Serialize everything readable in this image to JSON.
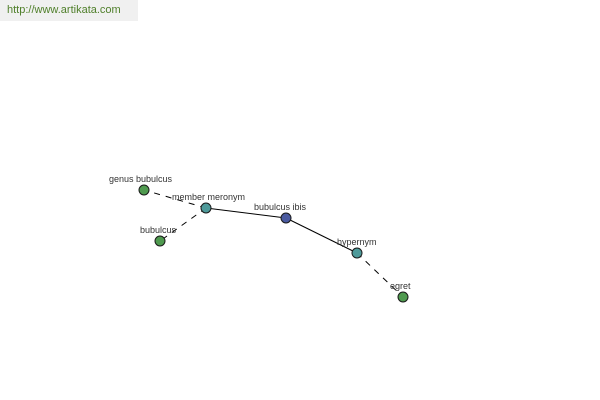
{
  "header": {
    "url": "http://www.artikata.com"
  },
  "graph": {
    "nodes": [
      {
        "id": "bubulcus-ibis",
        "label": "bubulcus ibis",
        "role": "center",
        "color": "#4a5aa0"
      },
      {
        "id": "member-meronym",
        "label": "member meronym",
        "role": "relation",
        "color": "#4e9a9a"
      },
      {
        "id": "hypernym",
        "label": "hypernym",
        "role": "relation",
        "color": "#4e9a9a"
      },
      {
        "id": "genus-bubulcus",
        "label": "genus bubulcus",
        "role": "term",
        "color": "#4f9a4f"
      },
      {
        "id": "bubulcus",
        "label": "bubulcus",
        "role": "term",
        "color": "#4f9a4f"
      },
      {
        "id": "egret",
        "label": "egret",
        "role": "term",
        "color": "#4f9a4f"
      }
    ],
    "edges": [
      {
        "from": "bubulcus-ibis",
        "to": "member-meronym",
        "style": "solid"
      },
      {
        "from": "bubulcus-ibis",
        "to": "hypernym",
        "style": "solid"
      },
      {
        "from": "member-meronym",
        "to": "genus-bubulcus",
        "style": "dashed"
      },
      {
        "from": "member-meronym",
        "to": "bubulcus",
        "style": "dashed"
      },
      {
        "from": "hypernym",
        "to": "egret",
        "style": "dashed"
      }
    ]
  }
}
